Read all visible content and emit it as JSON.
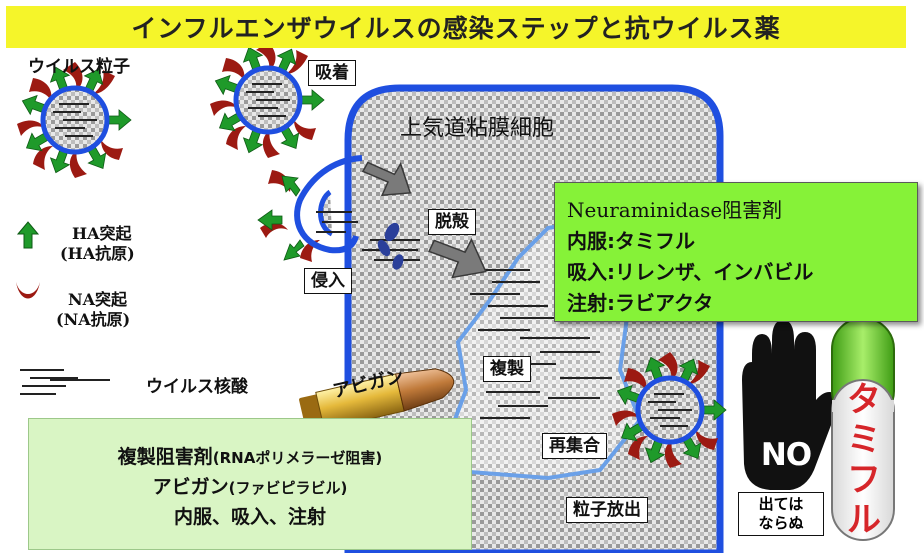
{
  "title": "インフルエンザウイルスの感染ステップと抗ウイルス薬",
  "legend": {
    "particle": "ウイルス粒子",
    "ha_line1": "HA突起",
    "ha_line2": "(HA抗原)",
    "na_line1": "NA突起",
    "na_line2": "(NA抗原)",
    "nucleic_acid": "ウイルス核酸"
  },
  "cell_label": "上気道粘膜細胞",
  "steps": {
    "adsorption": "吸着",
    "entry": "侵入",
    "uncoating": "脱殻",
    "replication": "複製",
    "reassembly": "再集合",
    "release": "粒子放出"
  },
  "neuraminidase_box": {
    "line1": "Neuraminidase阻害剤",
    "line2": "内服:タミフル",
    "line3": "吸入:リレンザ、インバビル",
    "line4": "注射:ラビアクタ"
  },
  "favipiravir_box": {
    "line1_main": "複製阻害剤",
    "line1_note": "(RNAポリメラーゼ阻害)",
    "line2_main": "アビガン",
    "line2_note": "(ファビピラビル)",
    "line3": "内服、吸入、注射"
  },
  "bullet_label": "アビガン",
  "stop_sign": {
    "hand_text": "NO",
    "caption_line1": "出ては",
    "caption_line2": "ならぬ"
  },
  "pill_label": "タミフル",
  "colors": {
    "title_bg": "#f5f52a",
    "inhibitor_bg": "#86f238",
    "favipiravir_bg": "#d9f5c4",
    "membrane_blue": "#1f4fe0",
    "ha_green": "#1f9a2a",
    "na_red": "#9c1a12",
    "pill_green": "#63c52a",
    "pill_text_red": "#d6262a"
  },
  "icons": [
    "virus-particle-icon",
    "ha-spike-icon",
    "na-spike-icon",
    "arrow-icon",
    "bullet-icon",
    "stop-hand-icon",
    "capsule-icon"
  ]
}
